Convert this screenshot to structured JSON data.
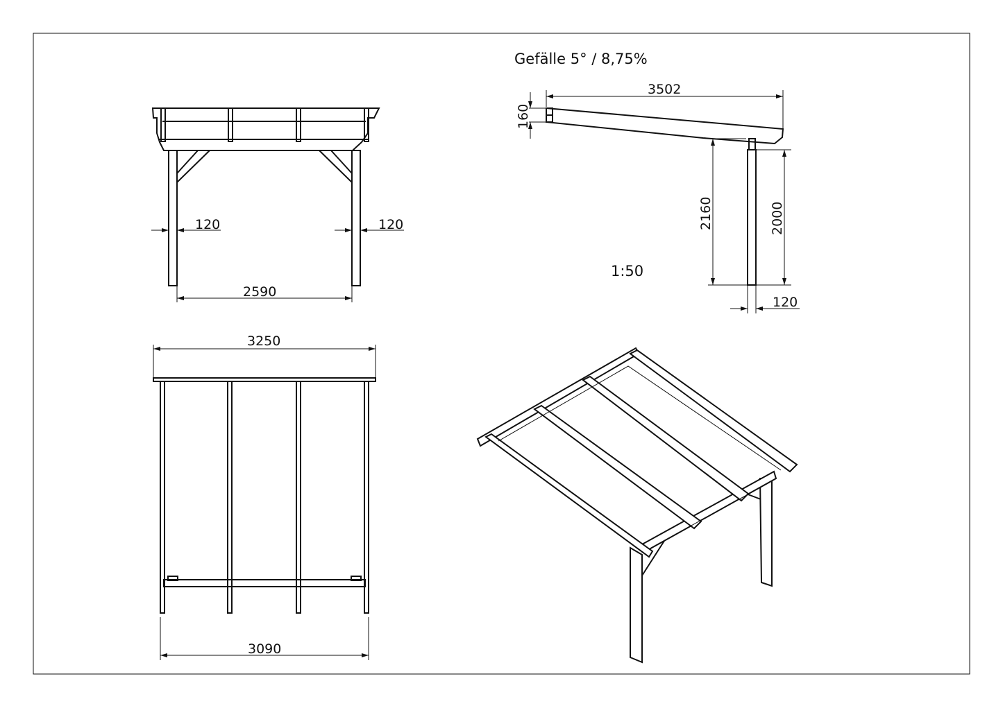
{
  "title": "Gefälle 5° / 8,75%",
  "scale": "1:50",
  "front_view": {
    "post_width_left": "120",
    "post_width_right": "120",
    "post_spacing": "2590"
  },
  "side_view": {
    "roof_length": "3502",
    "beam_height": "160",
    "total_height": "2160",
    "post_height": "2000",
    "post_width": "120"
  },
  "top_view": {
    "roof_width": "3250",
    "post_span": "3090"
  },
  "colors": {
    "line": "#111111",
    "background": "#ffffff"
  }
}
